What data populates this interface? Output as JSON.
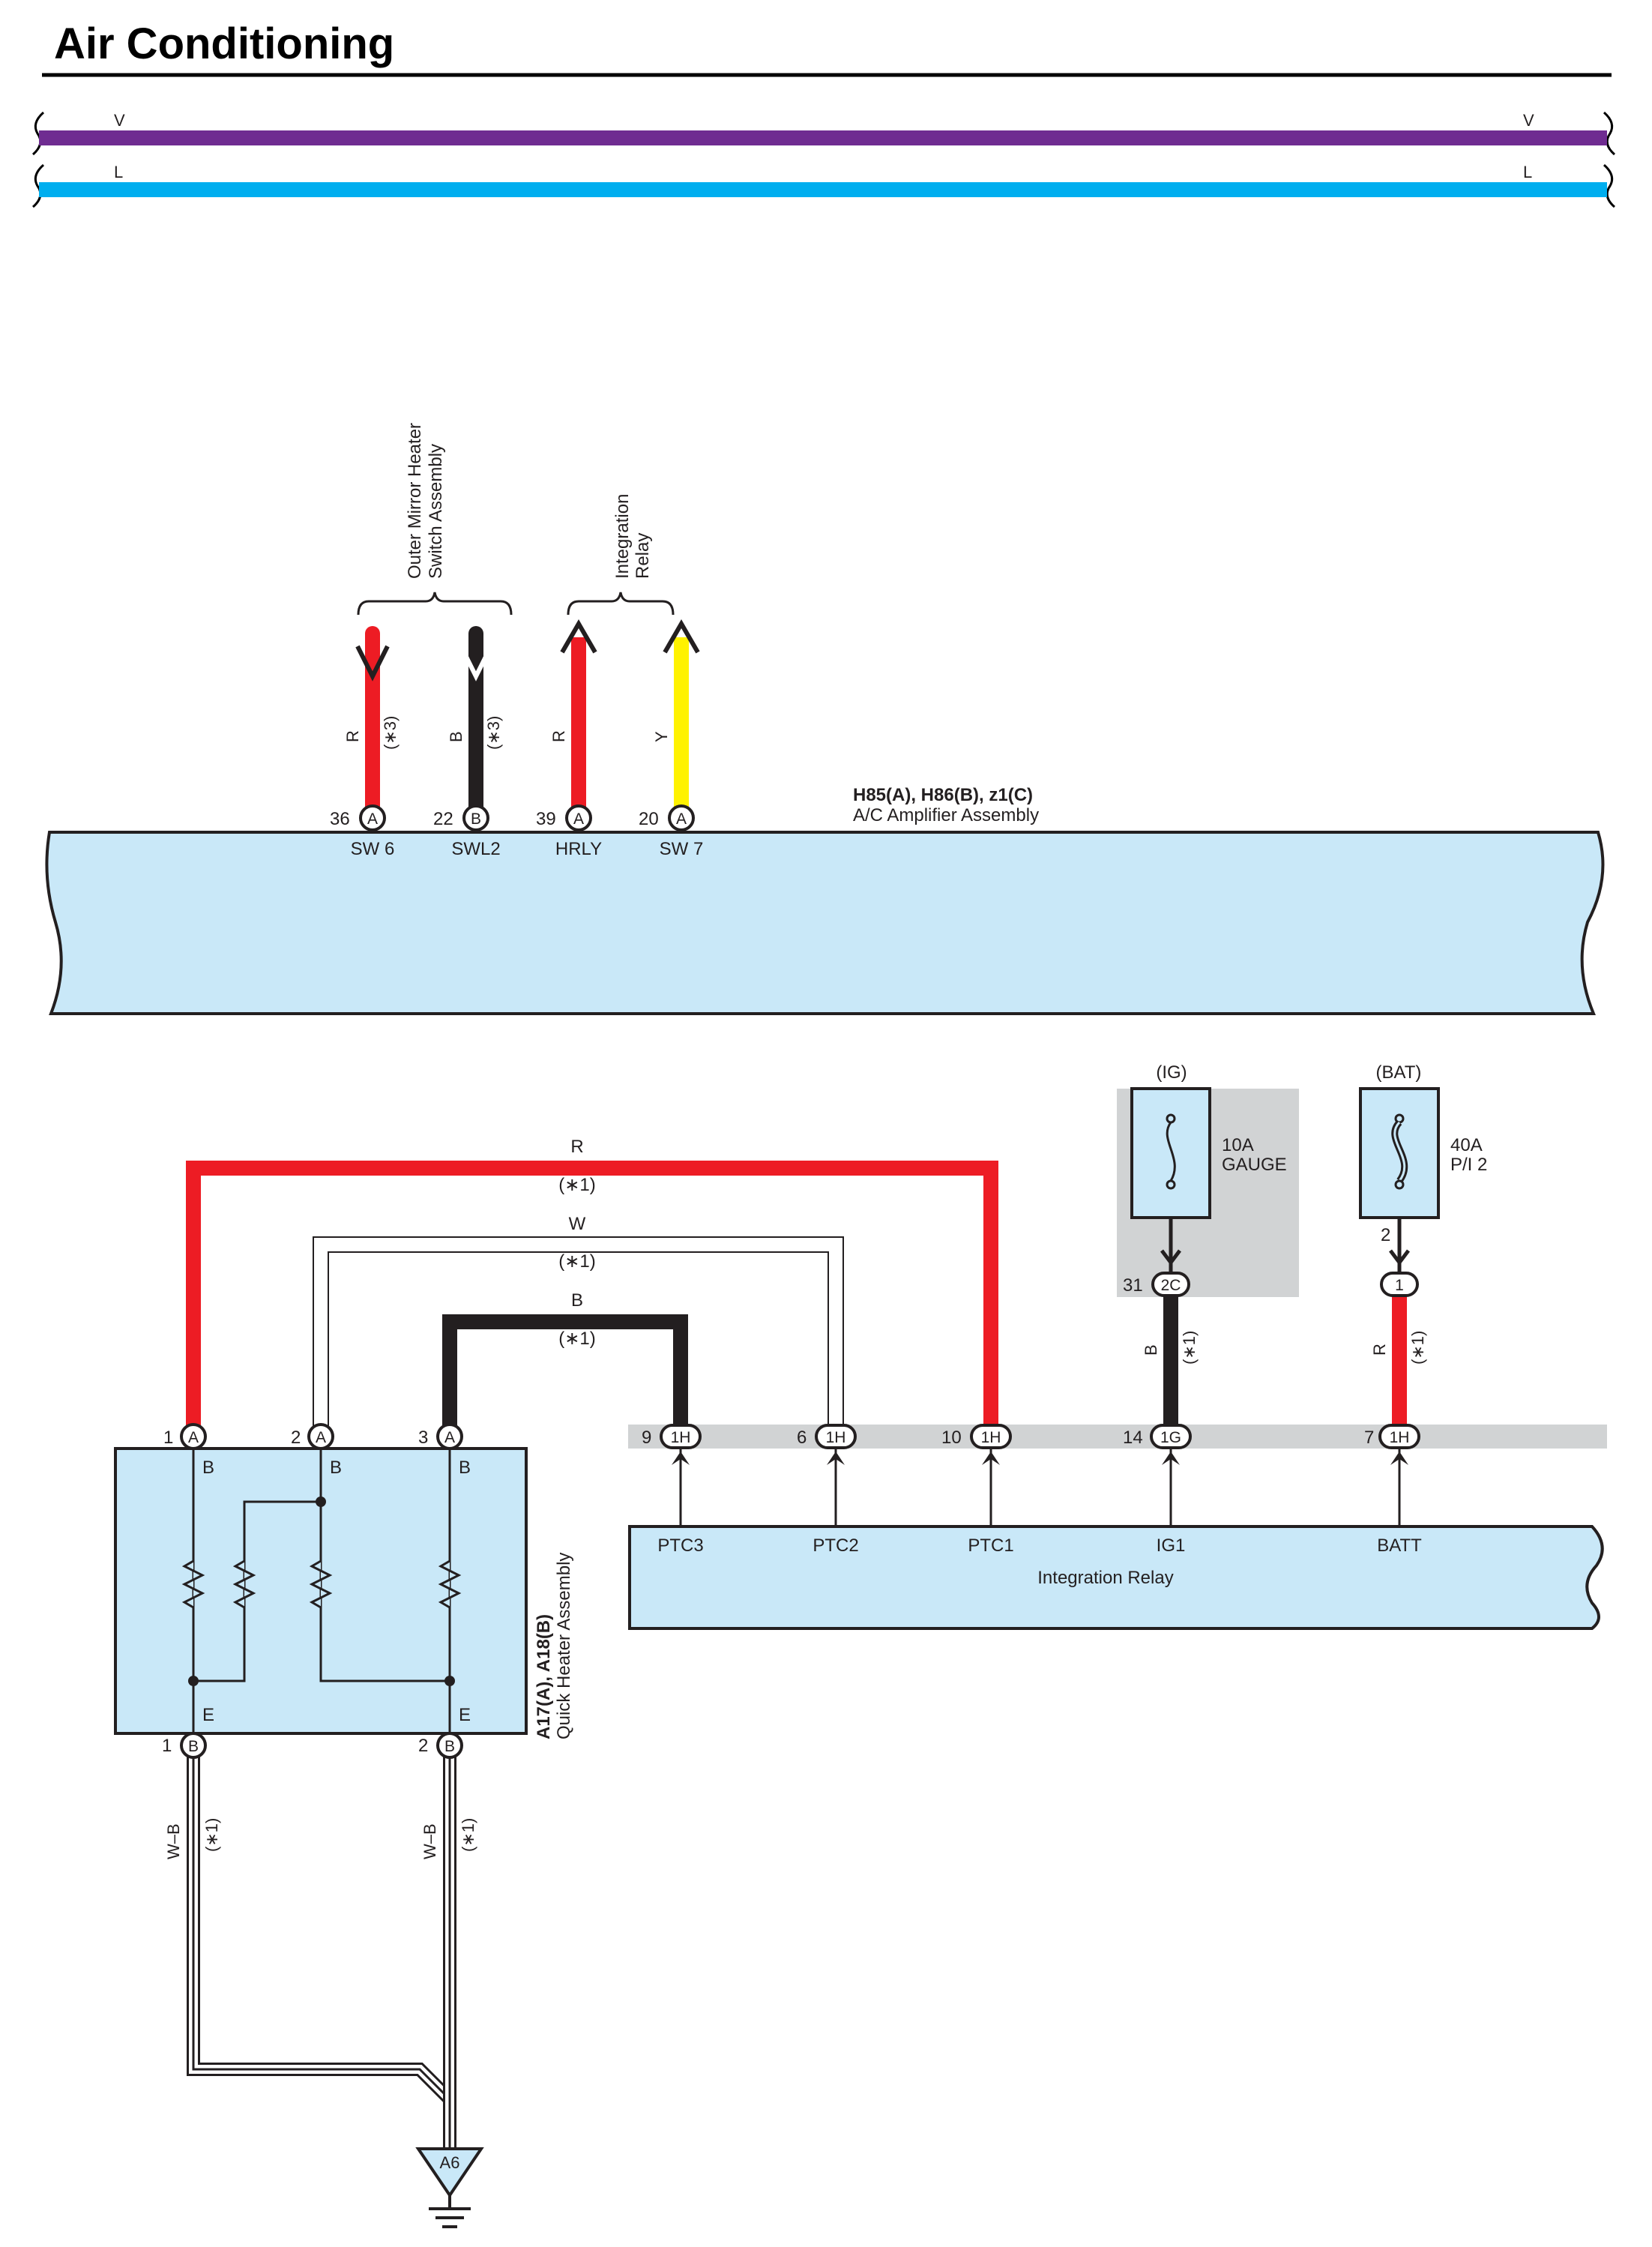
{
  "page": {
    "title": "Air Conditioning"
  },
  "top_bus": {
    "wires": [
      {
        "color_code": "V",
        "color": "#6f2c91"
      },
      {
        "color_code": "L",
        "color": "#00aeef"
      }
    ]
  },
  "outer_mirror": {
    "line1": "Outer Mirror Heater",
    "line2": "Switch Assembly"
  },
  "integration_relay_ref": {
    "line1": "Integration",
    "line2": "Relay"
  },
  "amplifier": {
    "connectors": "H85(A), H86(B), z1(C)",
    "name": "A/C Amplifier Assembly",
    "pins": [
      {
        "num": "36",
        "conn": "A",
        "name": "SW 6",
        "wire": "R",
        "note": "(∗3)",
        "color": "#ed1c24",
        "arrow": "down"
      },
      {
        "num": "22",
        "conn": "B",
        "name": "SWL2",
        "wire": "B",
        "note": "(∗3)",
        "color": "#231f20",
        "arrow": "down"
      },
      {
        "num": "39",
        "conn": "A",
        "name": "HRLY",
        "wire": "R",
        "note": "",
        "color": "#ed1c24",
        "arrow": "up"
      },
      {
        "num": "20",
        "conn": "A",
        "name": "SW 7",
        "wire": "Y",
        "note": "",
        "color": "#fff200",
        "arrow": "up"
      }
    ]
  },
  "fuses": [
    {
      "source": "(IG)",
      "amp": "10A",
      "name": "GAUGE"
    },
    {
      "source": "(BAT)",
      "amp": "40A",
      "name": "P/I 2",
      "pin": "2",
      "conn": "1"
    }
  ],
  "jumper_wires": [
    {
      "code": "R",
      "note": "(∗1)",
      "color": "#ed1c24"
    },
    {
      "code": "W",
      "note": "(∗1)",
      "color": "#ffffff"
    },
    {
      "code": "B",
      "note": "(∗1)",
      "color": "#231f20"
    }
  ],
  "relay": {
    "name": "Integration Relay",
    "pins": [
      {
        "num": "9",
        "conn": "1H",
        "name": "PTC3"
      },
      {
        "num": "6",
        "conn": "1H",
        "name": "PTC2"
      },
      {
        "num": "10",
        "conn": "1H",
        "name": "PTC1"
      },
      {
        "num": "14",
        "conn": "1G",
        "name": "IG1",
        "wire": "B",
        "note": "(∗1)",
        "from_pin": "31",
        "from_conn": "2C"
      },
      {
        "num": "7",
        "conn": "1H",
        "name": "BATT",
        "wire": "R",
        "note": "(∗1)"
      }
    ]
  },
  "heater": {
    "connectors": "A17(A), A18(B)",
    "name": "Quick Heater Assembly",
    "top_pins": [
      {
        "num": "1",
        "conn": "A",
        "label": "B"
      },
      {
        "num": "2",
        "conn": "A",
        "label": "B"
      },
      {
        "num": "3",
        "conn": "A",
        "label": "B"
      }
    ],
    "bottom_pins": [
      {
        "num": "1",
        "conn": "B",
        "label": "E",
        "wire": "W–B",
        "note": "(∗1)"
      },
      {
        "num": "2",
        "conn": "B",
        "label": "E",
        "wire": "W–B",
        "note": "(∗1)"
      }
    ]
  },
  "ground": {
    "label": "A6"
  }
}
